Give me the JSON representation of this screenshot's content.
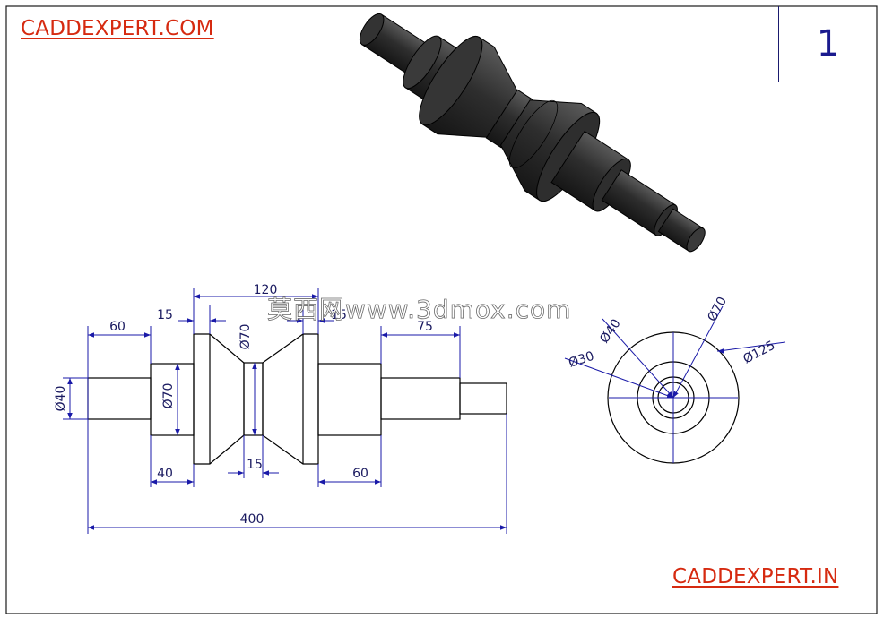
{
  "brand_top": "CADDEXPERT.COM",
  "brand_bottom": "CADDEXPERT.IN",
  "sheet_number": "1",
  "watermark": "莫西网www.3dmox.com",
  "front_view": {
    "dim_overall": "400",
    "dim_left_shaft_len": "60",
    "dim_left_shaft_dia": "Ø40",
    "dim_left_collar_dia": "Ø70",
    "dim_left_collar_len": "40",
    "dim_flange_left": "15",
    "dim_groove_span": "120",
    "dim_flange_right": "15",
    "dim_waist_dia": "Ø70",
    "dim_waist_len": "15",
    "dim_right_collar_len": "60",
    "dim_right_shaft_len": "75"
  },
  "side_view": {
    "dim_d30": "Ø30",
    "dim_d40": "Ø40",
    "dim_d70": "Ø70",
    "dim_d125": "Ø125"
  },
  "colors": {
    "brand": "#d62a10",
    "dimension": "#1a1aa8",
    "outline": "#000000",
    "solid_dark": "#2b2b2b"
  }
}
